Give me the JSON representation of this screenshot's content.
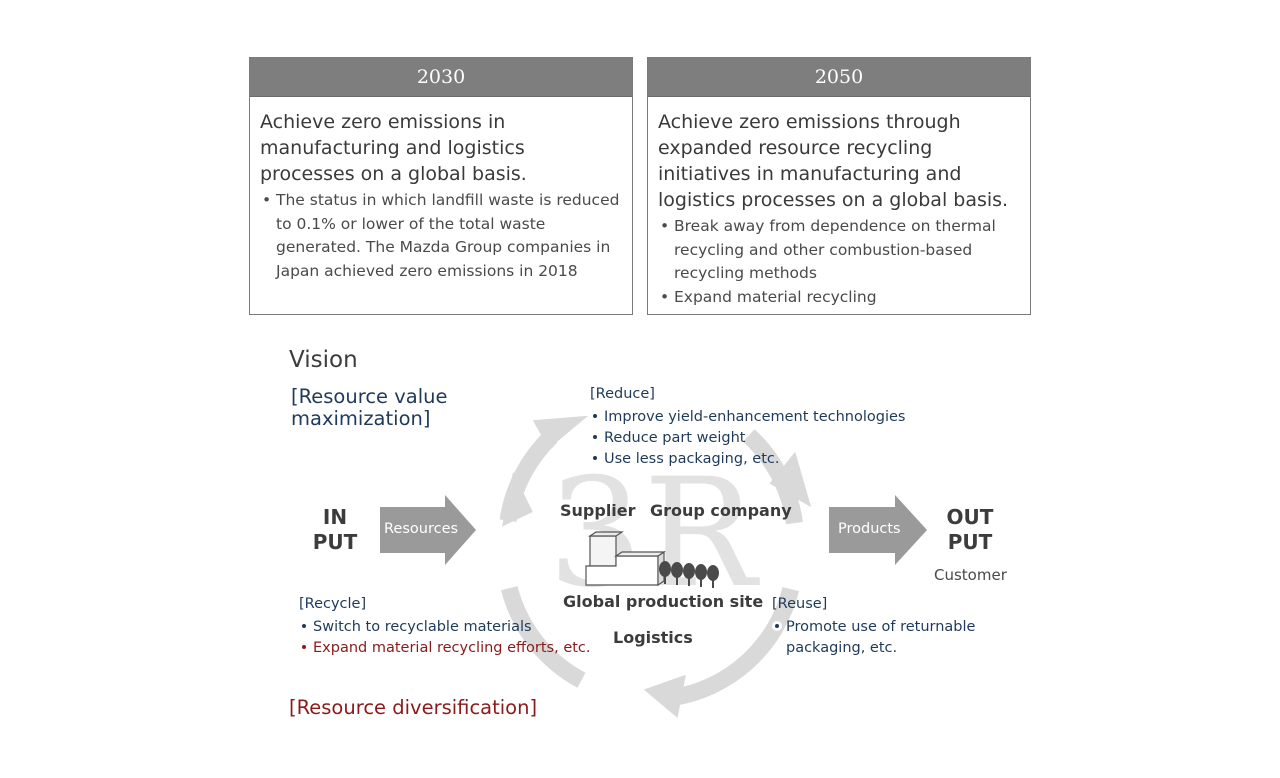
{
  "goals": [
    {
      "year": "2030",
      "main": "Achieve zero emissions in manufacturing and logistics processes on a global basis.",
      "bullets": [
        "The status in which landfill waste is reduced to 0.1% or lower of the total waste generated. The Mazda Group companies in Japan achieved zero emissions in 2018"
      ]
    },
    {
      "year": "2050",
      "main": "Achieve zero emissions through expanded resource recycling initiatives in manufacturing and logistics processes on a global basis.",
      "bullets": [
        "Break away from dependence on thermal recycling and other combustion-based recycling methods",
        "Expand material recycling"
      ]
    }
  ],
  "vision": {
    "title": "Vision",
    "value_heading": "[Resource value maximization]",
    "diversification_heading": "[Resource diversification]",
    "reduce": {
      "label": "[Reduce]",
      "items": [
        "Improve yield-enhancement technologies",
        "Reduce part weight",
        "Use less packaging, etc."
      ]
    },
    "recycle": {
      "label": "[Recycle]",
      "items": [
        "Switch to recyclable materials",
        "Expand material recycling efforts, etc."
      ]
    },
    "reuse": {
      "label": "[Reuse]",
      "items": [
        "Promote use of returnable packaging, etc."
      ]
    },
    "center_mark": "3R",
    "nodes": {
      "supplier": "Supplier",
      "group_company": "Group company",
      "production_site": "Global production site",
      "logistics": "Logistics"
    },
    "input": {
      "line1": "IN",
      "line2": "PUT",
      "arrow_label": "Resources"
    },
    "output": {
      "line1": "OUT",
      "line2": "PUT",
      "arrow_label": "Products",
      "caption": "Customer"
    }
  },
  "colors": {
    "header_gray": "#7e7e7e",
    "navy": "#1f3a5a",
    "dark_red": "#8b1a1a",
    "cycle_gray": "#d8d8d8",
    "arrow_gray": "#9a9a9a"
  }
}
